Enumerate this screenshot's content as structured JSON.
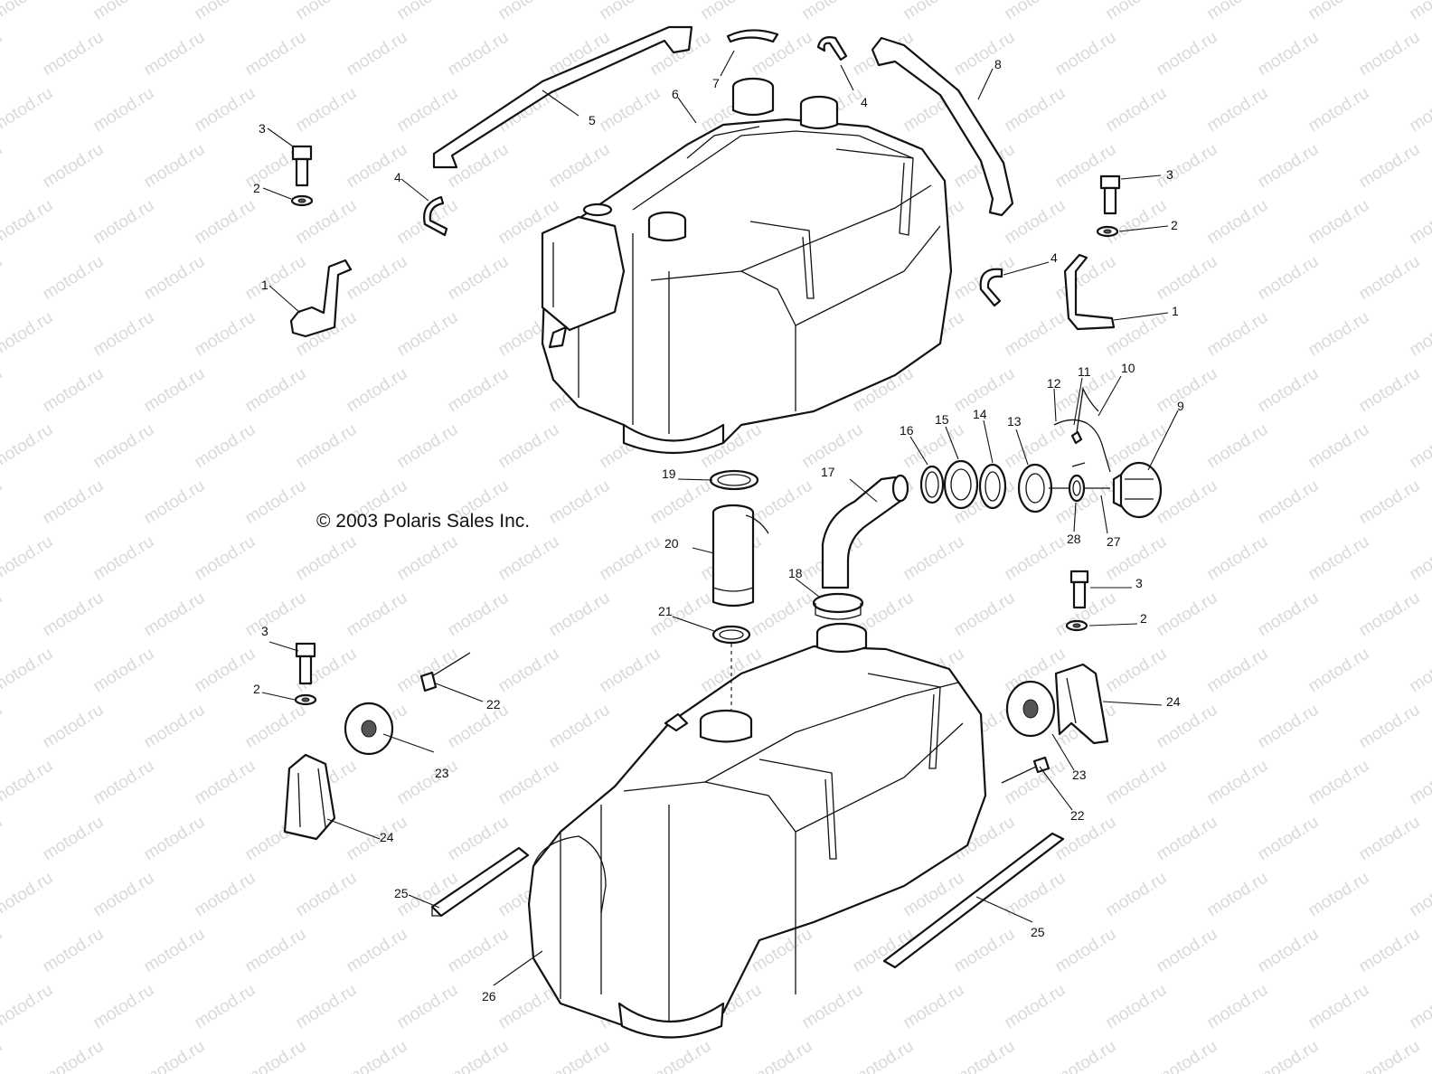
{
  "watermark": "motod.ru",
  "copyright": "© 2003 Polaris Sales Inc.",
  "callouts": [
    "1",
    "2",
    "3",
    "4",
    "5",
    "6",
    "7",
    "8",
    "9",
    "10",
    "11",
    "12",
    "13",
    "14",
    "15",
    "16",
    "17",
    "18",
    "19",
    "20",
    "21",
    "22",
    "23",
    "24",
    "25",
    "26",
    "27",
    "28"
  ],
  "colors": {
    "line": "#111111",
    "background": "#ffffff",
    "watermark": "#d9d9d9"
  }
}
